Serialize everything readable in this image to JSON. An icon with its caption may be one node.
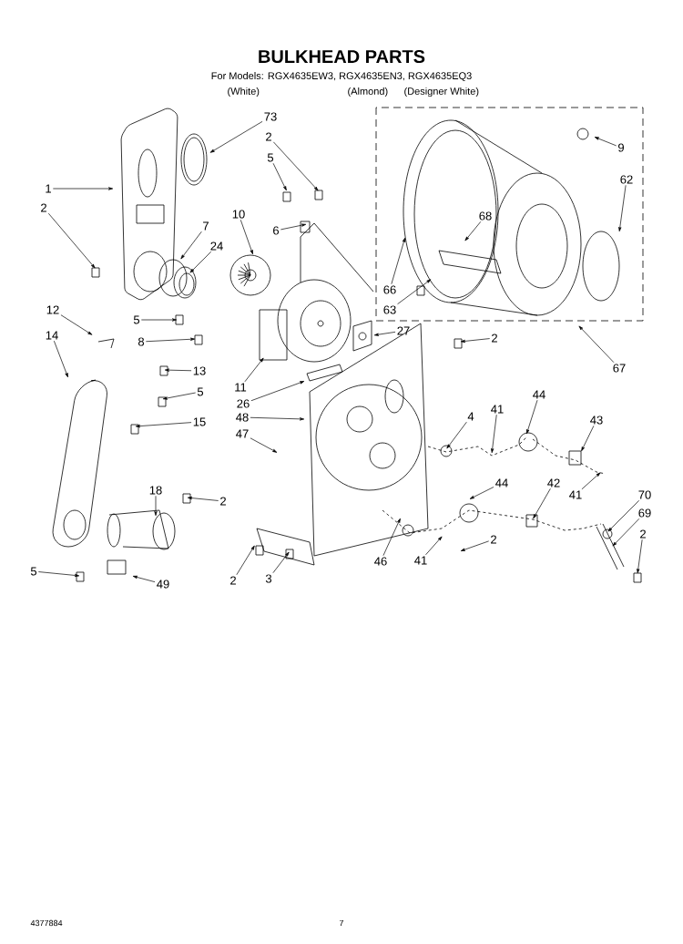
{
  "diagram": {
    "title": "BULKHEAD PARTS",
    "nodes": [
      {
        "text": [
          "73"
        ]
      },
      {
        "text": [
          "2"
        ]
      },
      {
        "text": [
          "9"
        ]
      },
      {
        "text": [
          "5"
        ]
      },
      {
        "text": [
          "62"
        ]
      },
      {
        "text": [
          "1"
        ]
      },
      {
        "text": [
          "2"
        ]
      },
      {
        "text": [
          "10"
        ]
      },
      {
        "text": [
          "68"
        ]
      },
      {
        "text": [
          "7"
        ]
      },
      {
        "text": [
          "6"
        ]
      },
      {
        "text": [
          "24"
        ]
      },
      {
        "text": [
          "66"
        ]
      },
      {
        "text": [
          "12"
        ]
      },
      {
        "text": [
          "63"
        ]
      },
      {
        "text": [
          "5"
        ]
      },
      {
        "text": [
          "27"
        ]
      },
      {
        "text": [
          "2"
        ]
      },
      {
        "text": [
          "14"
        ]
      },
      {
        "text": [
          "8"
        ]
      },
      {
        "text": [
          "67"
        ]
      },
      {
        "text": [
          "13"
        ]
      },
      {
        "text": [
          "11"
        ]
      },
      {
        "text": [
          "5"
        ]
      },
      {
        "text": [
          "44"
        ]
      },
      {
        "text": [
          "26"
        ]
      },
      {
        "text": [
          "41"
        ]
      },
      {
        "text": [
          "4"
        ]
      },
      {
        "text": [
          "48"
        ]
      },
      {
        "text": [
          "15"
        ]
      },
      {
        "text": [
          "43"
        ]
      },
      {
        "text": [
          "47"
        ]
      },
      {
        "text": [
          "42"
        ]
      },
      {
        "text": [
          "44"
        ]
      },
      {
        "text": [
          "18"
        ]
      },
      {
        "text": [
          "41"
        ]
      },
      {
        "text": [
          "70"
        ]
      },
      {
        "text": [
          "2"
        ]
      },
      {
        "text": [
          "69"
        ]
      },
      {
        "text": [
          "2"
        ]
      },
      {
        "text": [
          "2"
        ]
      },
      {
        "text": [
          "46"
        ]
      },
      {
        "text": [
          "41"
        ]
      },
      {
        "text": [
          "5"
        ]
      },
      {
        "text": [
          "2"
        ]
      },
      {
        "text": [
          "3"
        ]
      },
      {
        "text": [
          "49"
        ]
      }
    ],
    "edges": [
      {
        "from": 0,
        "to": null,
        "arrow": "to"
      },
      {
        "from": 1,
        "to": null,
        "arrow": "to"
      },
      {
        "from": 2,
        "to": null,
        "arrow": "to"
      },
      {
        "from": 3,
        "to": null,
        "arrow": "to"
      },
      {
        "from": 4,
        "to": null,
        "arrow": "to"
      },
      {
        "from": 5,
        "to": null,
        "arrow": "to"
      },
      {
        "from": 6,
        "to": null,
        "arrow": "to"
      },
      {
        "from": 7,
        "to": null,
        "arrow": "to"
      },
      {
        "from": 8,
        "to": null,
        "arrow": "to"
      },
      {
        "from": 9,
        "to": null,
        "arrow": "to"
      },
      {
        "from": 10,
        "to": null,
        "arrow": "to"
      },
      {
        "from": 11,
        "to": null,
        "arrow": "to"
      },
      {
        "from": 12,
        "to": null,
        "arrow": "to"
      },
      {
        "from": 13,
        "to": null,
        "arrow": "to"
      },
      {
        "from": 14,
        "to": null,
        "arrow": "to"
      },
      {
        "from": 15,
        "to": null,
        "arrow": "to"
      },
      {
        "from": 16,
        "to": null,
        "arrow": "to"
      },
      {
        "from": 17,
        "to": null,
        "arrow": "to"
      },
      {
        "from": 18,
        "to": null,
        "arrow": "to"
      },
      {
        "from": 19,
        "to": null,
        "arrow": "to"
      },
      {
        "from": 20,
        "to": null,
        "arrow": "to"
      },
      {
        "from": 21,
        "to": null,
        "arrow": "to"
      },
      {
        "from": 22,
        "to": null,
        "arrow": "to"
      },
      {
        "from": 23,
        "to": null,
        "arrow": "to"
      },
      {
        "from": 24,
        "to": null,
        "arrow": "to"
      },
      {
        "from": 25,
        "to": null,
        "arrow": "to"
      },
      {
        "from": 26,
        "to": null,
        "arrow": "to"
      },
      {
        "from": 27,
        "to": null,
        "arrow": "to"
      },
      {
        "from": 28,
        "to": null,
        "arrow": "to"
      },
      {
        "from": 29,
        "to": null,
        "arrow": "to"
      },
      {
        "from": 30,
        "to": null,
        "arrow": "to"
      },
      {
        "from": 31,
        "to": null,
        "arrow": "to"
      },
      {
        "from": 32,
        "to": null,
        "arrow": "to"
      },
      {
        "from": 33,
        "to": null,
        "arrow": "to"
      },
      {
        "from": 34,
        "to": null,
        "arrow": "to"
      },
      {
        "from": 35,
        "to": null,
        "arrow": "to"
      },
      {
        "from": 36,
        "to": null,
        "arrow": "to"
      },
      {
        "from": 37,
        "to": null,
        "arrow": "to"
      },
      {
        "from": 38,
        "to": null,
        "arrow": "to"
      },
      {
        "from": 39,
        "to": null,
        "arrow": "to"
      },
      {
        "from": 40,
        "to": null,
        "arrow": "to"
      },
      {
        "from": 41,
        "to": null,
        "arrow": "to"
      },
      {
        "from": 42,
        "to": null,
        "arrow": "to"
      },
      {
        "from": 43,
        "to": null,
        "arrow": "to"
      },
      {
        "from": 44,
        "to": null,
        "arrow": "to"
      },
      {
        "from": 45,
        "to": null,
        "arrow": "to"
      },
      {
        "from": 46,
        "to": null,
        "arrow": "to"
      }
    ],
    "labels": [
      "For Models: RGX4635EW3, RGX4635EN3, RGX4635EQ3",
      "(White)",
      "(Almond)",
      "(Designer White)",
      "4377884",
      "7"
    ]
  }
}
